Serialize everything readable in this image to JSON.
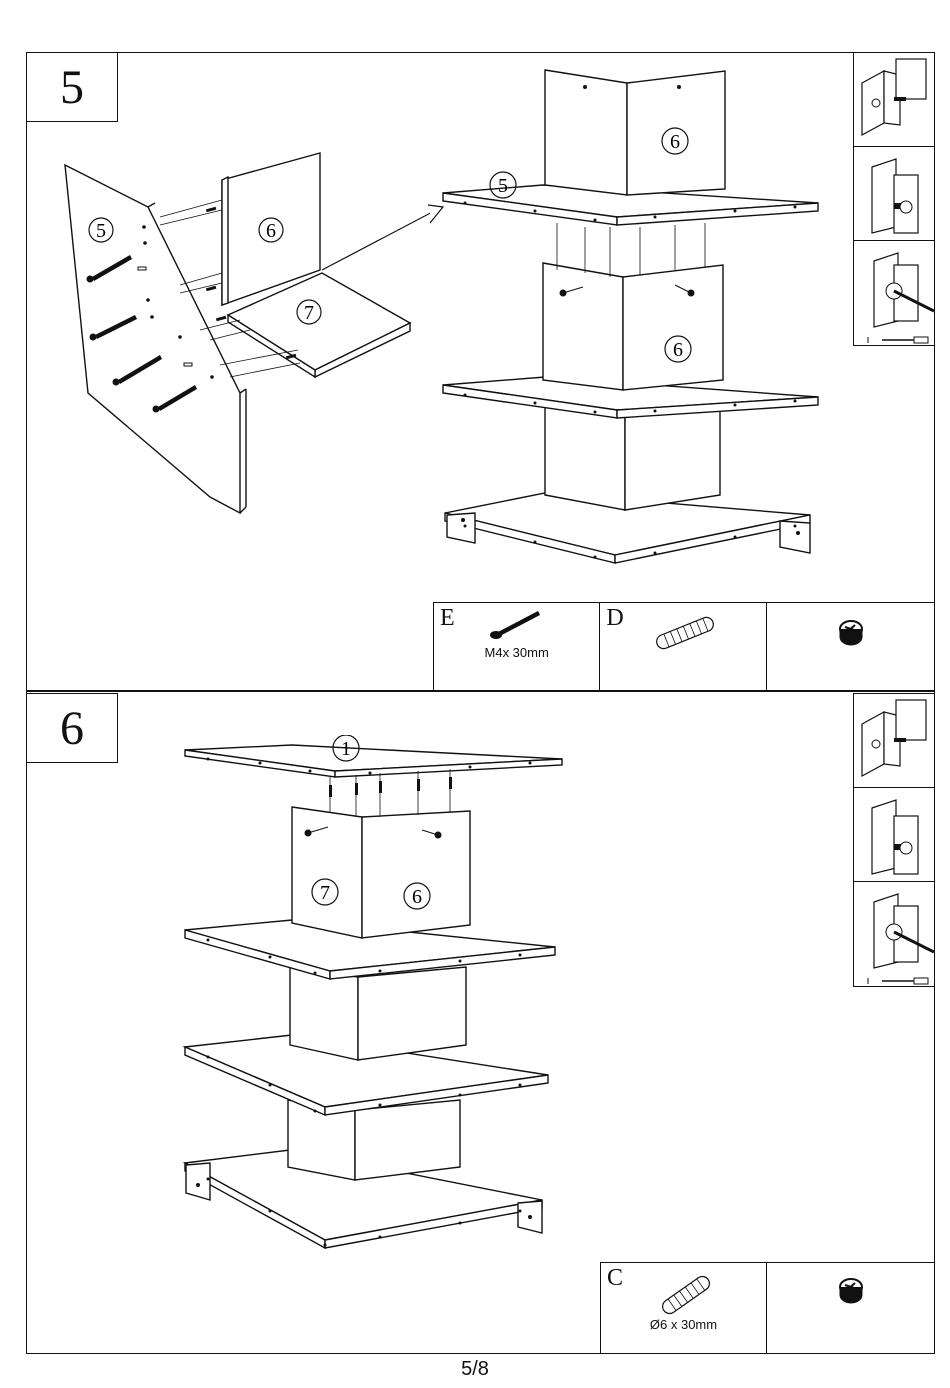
{
  "page": {
    "number": "5/8"
  },
  "steps": [
    {
      "number": "5",
      "part_labels": {
        "exploded_side": "5",
        "exploded_back": "6",
        "exploded_shelf": "7",
        "tower_top_shelf": "5",
        "tower_upper_box": "6",
        "tower_middle_box": "6"
      },
      "hardware": [
        {
          "letter": "E",
          "icon": "screw-icon",
          "size": "M4x 30mm"
        },
        {
          "letter": "D",
          "icon": "dowel-icon",
          "size": ""
        },
        {
          "letter": "",
          "icon": "cam-lock-icon",
          "size": ""
        }
      ],
      "side_instructions": [
        "cam-bolt-insert-icon",
        "cam-lock-insert-icon",
        "screwdriver-tighten-icon"
      ]
    },
    {
      "number": "6",
      "part_labels": {
        "top_shelf": "1",
        "upper_left_panel": "7",
        "upper_right_panel": "6"
      },
      "hardware": [
        {
          "letter": "C",
          "icon": "dowel-icon",
          "size": "Ø6 x 30mm"
        },
        {
          "letter": "",
          "icon": "cam-lock-icon",
          "size": ""
        }
      ],
      "side_instructions": [
        "cam-bolt-insert-icon",
        "cam-lock-insert-icon",
        "screwdriver-tighten-icon"
      ]
    }
  ]
}
